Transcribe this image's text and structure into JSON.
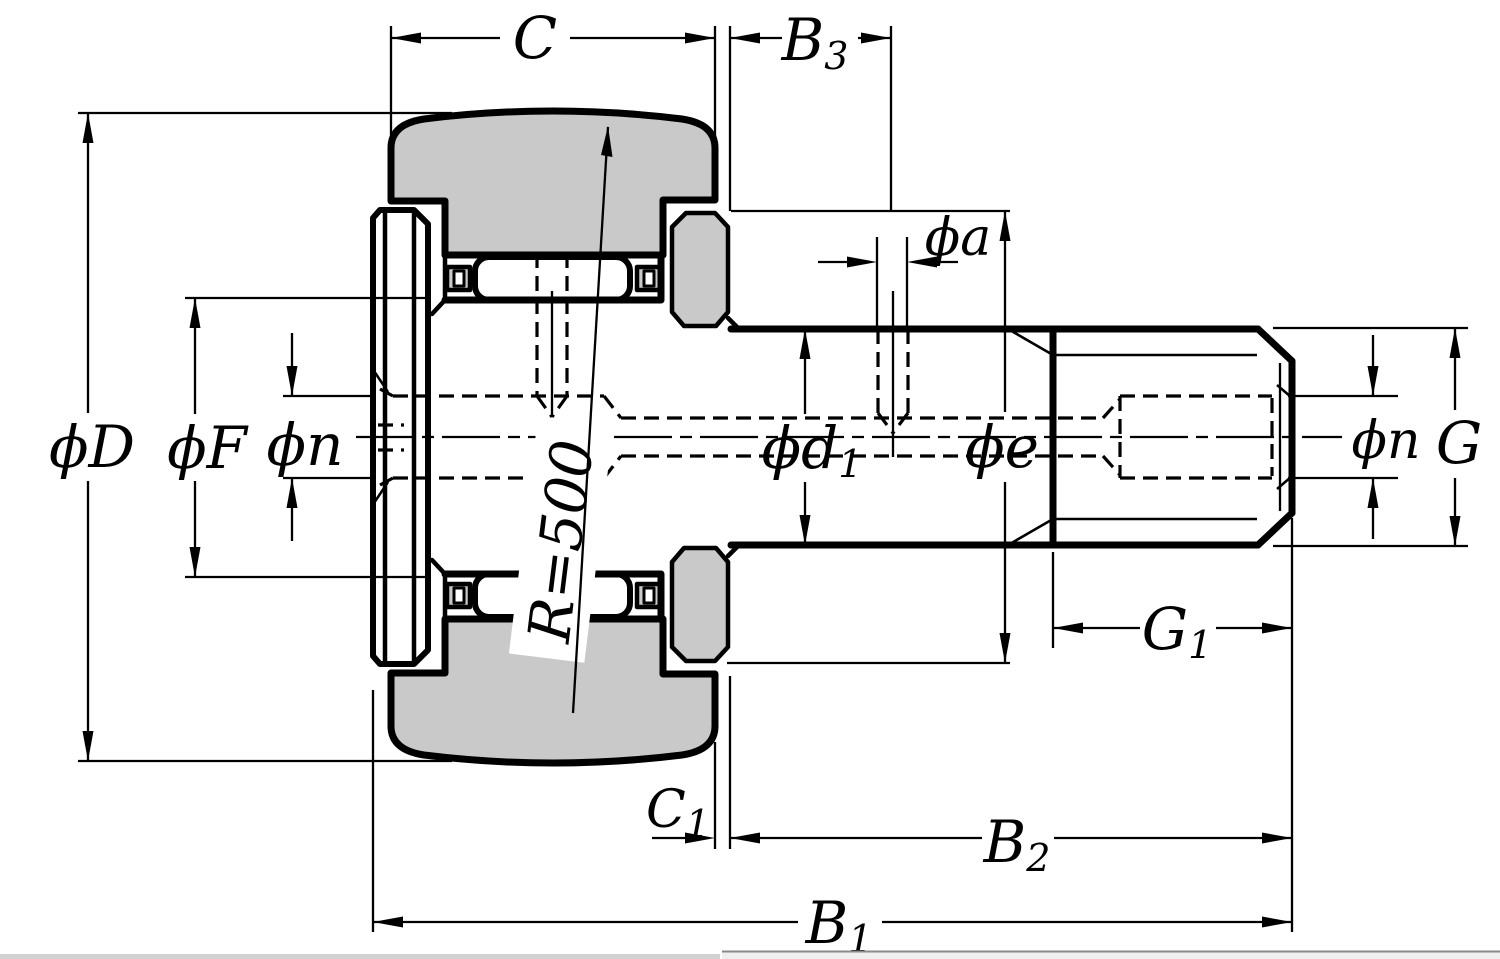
{
  "drawing": {
    "type": "engineering-dimensional-drawing",
    "subject": "stud-type cam follower bearing cross-section",
    "labels": {
      "C": {
        "base": "C",
        "sub": ""
      },
      "B3": {
        "base": "B",
        "sub": "3"
      },
      "phi_a": {
        "base": "ϕa",
        "sub": ""
      },
      "phi_D": {
        "base": "ϕD",
        "sub": ""
      },
      "phi_F": {
        "base": "ϕF",
        "sub": ""
      },
      "phi_n_left": {
        "base": "ϕn",
        "sub": ""
      },
      "phi_d1": {
        "base": "ϕd",
        "sub": "1"
      },
      "phi_e": {
        "base": "ϕe",
        "sub": ""
      },
      "phi_n_right": {
        "base": "ϕn",
        "sub": ""
      },
      "G": {
        "base": "G",
        "sub": ""
      },
      "G1": {
        "base": "G",
        "sub": "1"
      },
      "C1": {
        "base": "C",
        "sub": "1"
      },
      "B2": {
        "base": "B",
        "sub": "2"
      },
      "B1": {
        "base": "B",
        "sub": "1"
      },
      "crown_radius": {
        "base": "R=500",
        "sub": ""
      }
    },
    "colors": {
      "outline": "#000000",
      "section_gray": "#c9c9c9",
      "background": "#ffffff",
      "bottom_bar_left": "#d2d2d2",
      "bottom_bar_right": "#efefef",
      "bottom_bar_border": "#8a8a8a"
    }
  }
}
